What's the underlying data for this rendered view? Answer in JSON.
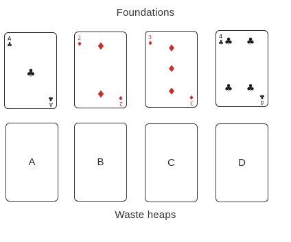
{
  "foundations_title": "Foundations",
  "waste_title": "Waste heaps",
  "colors": {
    "red": "#c4302b",
    "black": "#1c1c1c",
    "border": "#2b2b2b"
  },
  "foundation_cards": [
    {
      "rank": "A",
      "suit": "clubs",
      "suit_symbol": "♣",
      "color": "black"
    },
    {
      "rank": "2",
      "suit": "diamonds",
      "suit_symbol": "♦",
      "color": "red"
    },
    {
      "rank": "3",
      "suit": "diamonds",
      "suit_symbol": "♦",
      "color": "red"
    },
    {
      "rank": "4",
      "suit": "clubs",
      "suit_symbol": "♣",
      "color": "black"
    }
  ],
  "waste_heaps": [
    {
      "label": "A"
    },
    {
      "label": "B"
    },
    {
      "label": "C"
    },
    {
      "label": "D"
    }
  ]
}
